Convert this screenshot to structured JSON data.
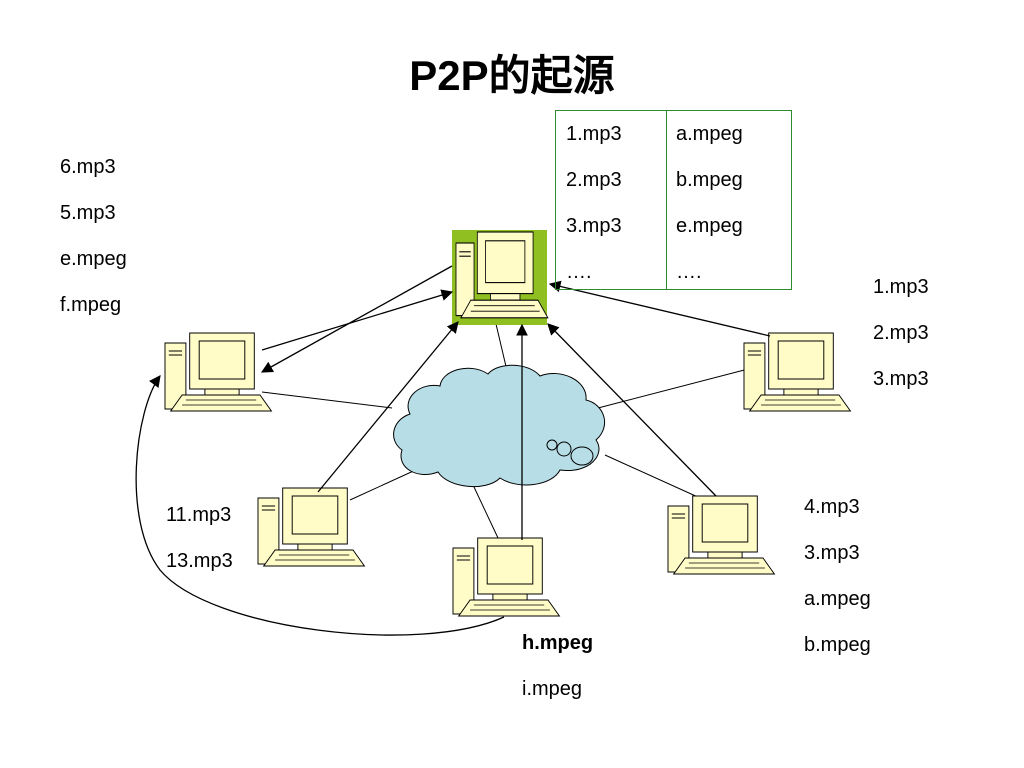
{
  "title": "P2P的起源",
  "server_table": {
    "col1": [
      "1.mp3",
      "2.mp3",
      "3.mp3",
      "…."
    ],
    "col2": [
      "a.mpeg",
      "b.mpeg",
      "e.mpeg",
      "…."
    ]
  },
  "peers": {
    "left": [
      "6.mp3",
      "5.mp3",
      "e.mpeg",
      "f.mpeg"
    ],
    "right": [
      "1.mp3",
      "2.mp3",
      "3.mp3"
    ],
    "bottom_left": [
      "11.mp3",
      "13.mp3"
    ],
    "bottom_right": [
      "4.mp3",
      "3.mp3",
      "a.mpeg",
      "b.mpeg"
    ],
    "bottom": [
      "h.mpeg",
      "i.mpeg"
    ]
  },
  "colors": {
    "server_bg": "#8fbf20",
    "computer_fill": "#fffcc8",
    "cloud_fill": "#b7dde6",
    "table_border": "#2e8b2e"
  }
}
